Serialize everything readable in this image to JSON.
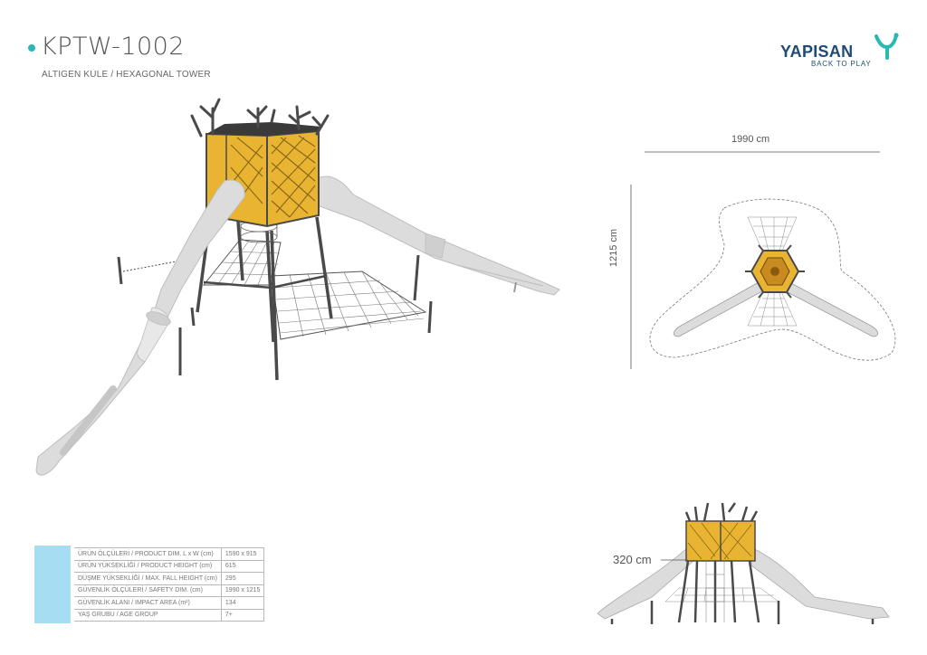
{
  "header": {
    "title": "KPTW-1002",
    "subtitle": "ALTIGEN KULE / HEXAGONAL TOWER"
  },
  "logo": {
    "name": "YAPISAN",
    "tagline": "BACK TO PLAY",
    "color": "#1e4b73",
    "accent": "#29b9b2"
  },
  "dimensions": {
    "width_label": "1990 cm",
    "depth_label": "1215 cm",
    "height_label": "320 cm"
  },
  "specs": [
    {
      "label": "ÜRÜN ÖLÇÜLERİ / PRODUCT DIM. L x W (cm)",
      "value": "1590 x 915"
    },
    {
      "label": "ÜRÜN YÜKSEKLİĞİ / PRODUCT HEIGHT (cm)",
      "value": "615"
    },
    {
      "label": "DÜŞME YÜKSEKLİĞİ / MAX. FALL HEIGHT (cm)",
      "value": "295"
    },
    {
      "label": "GÜVENLİK ÖLÇÜLERİ / SAFETY DIM. (cm)",
      "value": "1990 x 1215"
    },
    {
      "label": "GÜVENLİK ALANI / IMPACT AREA (m²)",
      "value": "134"
    },
    {
      "label": "YAŞ GRUBU / AGE GROUP",
      "value": "7+"
    }
  ],
  "colors": {
    "panel_yellow": "#e9b431",
    "frame_grey": "#4a4a4a",
    "slide_grey": "#d9d9d9",
    "spec_bar_blue": "#a6ddf3"
  }
}
